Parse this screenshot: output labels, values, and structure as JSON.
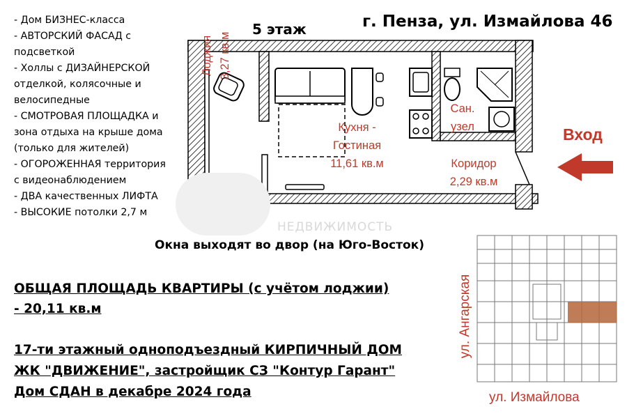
{
  "features": [
    "- Дом БИЗНЕС-класса",
    "- АВТОРСКИЙ ФАСАД с",
    "подсветкой",
    "- Холлы с ДИЗАЙНЕРСКОЙ",
    "отделкой, колясочные и",
    "велосипедные",
    "- СМОТРОВАЯ ПЛОЩАДКА и",
    "зона отдыха на крыше дома",
    "(только для жителей)",
    "- ОГОРОЖЕННАЯ территория",
    "с видеонаблюдением",
    "- ДВА качественных ЛИФТА",
    "- ВЫСОКИЕ потолки 2,7 м"
  ],
  "floor": "5 этаж",
  "address": "г. Пенза, ул. Измайлова 46",
  "rooms": {
    "loggia_name": "Лоджия",
    "loggia_area": "3,27 кв.м",
    "kitchen_line1": "Кухня -",
    "kitchen_line2": "Гостиная",
    "kitchen_area": "11,61 кв.м",
    "bath_line1": "Сан.",
    "bath_line2": "узел",
    "corridor_name": "Коридор",
    "corridor_area": "2,29 кв.м"
  },
  "entrance": "Вход",
  "windows_note": "Окна  выходят во двор (на Юго-Восток)",
  "total_area_line1": "ОБЩАЯ ПЛОЩАДЬ КВАРТИРЫ (с учётом лоджии)",
  "total_area_line2": "- 20,11 кв.м",
  "building_line1": "17-ти этажный одноподъездный КИРПИЧНЫЙ ДОМ",
  "building_line2": "ЖК \"ДВИЖЕНИЕ\", застройщик СЗ \"Контур Гарант\"",
  "building_line3": "Дом СДАН в декабре 2024 года",
  "street_vertical": "ул. Ангарская",
  "street_horizontal": "ул. Измайлова",
  "watermark": "НЕДВИЖИМОСТЬ",
  "colors": {
    "accent_red": "#c0392b",
    "highlight_apartment": "#b5653a"
  }
}
